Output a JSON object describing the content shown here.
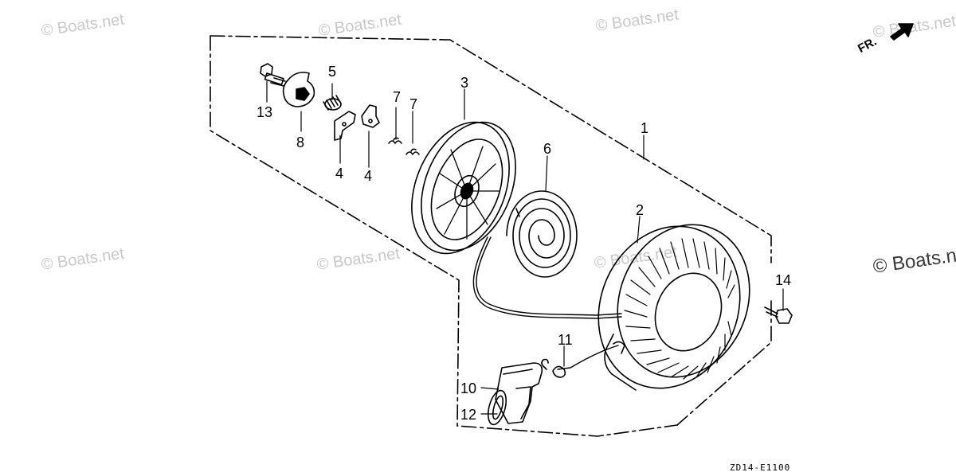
{
  "watermarks": [
    {
      "text": "© Boats.net"
    },
    {
      "text": "© Boats.net"
    },
    {
      "text": "© Boats.net"
    },
    {
      "text": "© Boats.net"
    },
    {
      "text": "© Boats.net"
    },
    {
      "text": "© Boats.net"
    },
    {
      "text": "© Boats.net"
    },
    {
      "text": "© Boats.n"
    }
  ],
  "direction_label": "FR.",
  "diagram_code": "ZD14-E1100",
  "callouts": [
    "1",
    "2",
    "3",
    "4",
    "4",
    "5",
    "6",
    "7",
    "7",
    "8",
    "10",
    "11",
    "12",
    "13",
    "14"
  ],
  "colors": {
    "line": "#000000",
    "watermark": "#c8c8c8"
  }
}
